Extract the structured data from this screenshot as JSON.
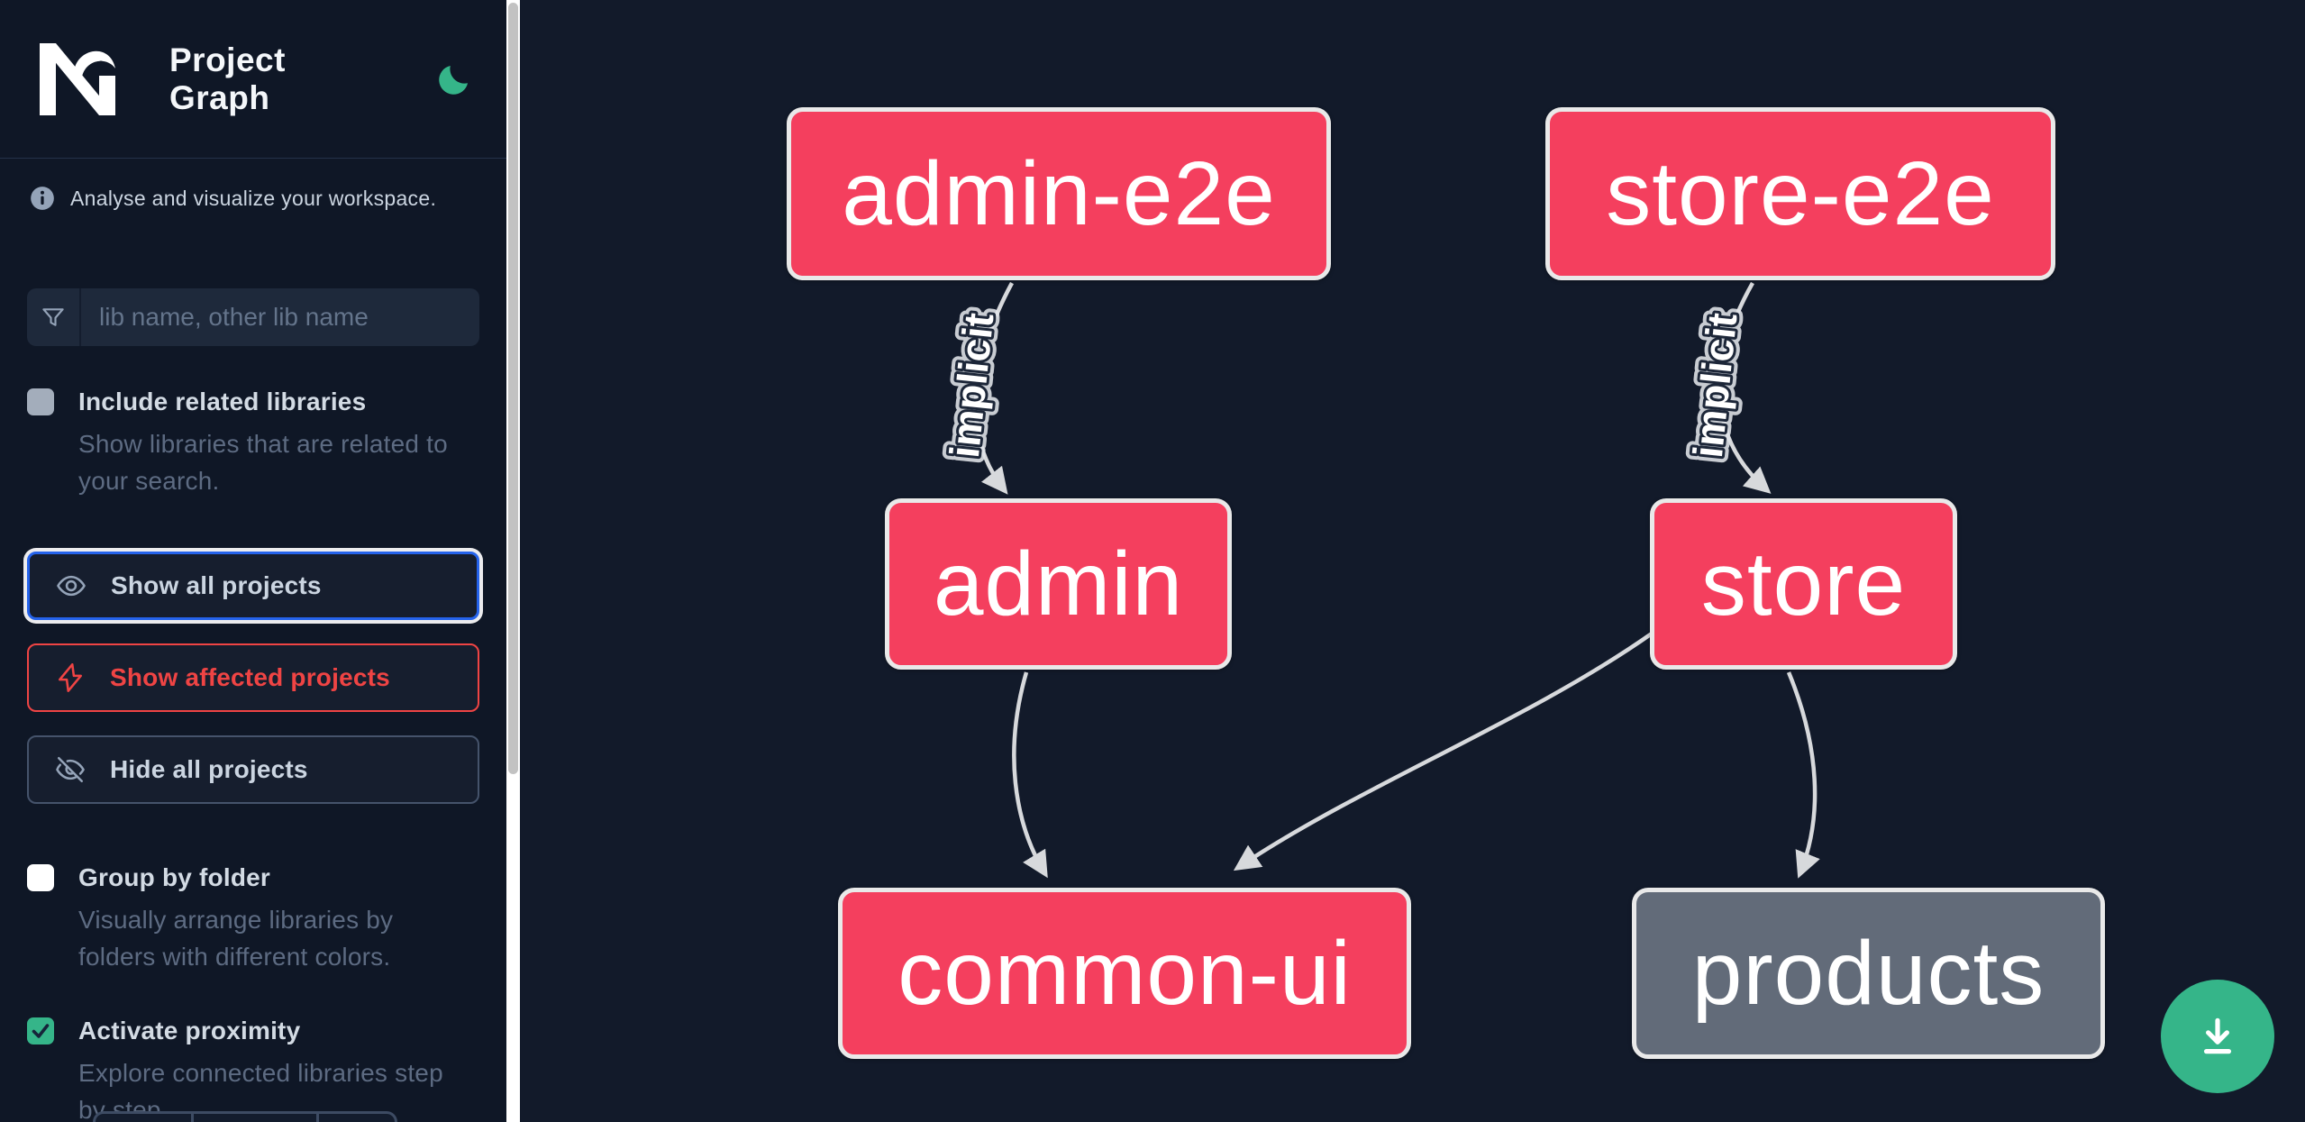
{
  "sidebar": {
    "title": "Project Graph",
    "tagline": "Analyse and visualize your workspace.",
    "search": {
      "placeholder": "lib name, other lib name",
      "value": "",
      "icon": "funnel-icon"
    },
    "include_related": {
      "label": "Include related libraries",
      "description": "Show libraries that are related to your search.",
      "checked": false
    },
    "actions": [
      {
        "label": "Show all projects",
        "icon": "eye-icon",
        "focused": true
      },
      {
        "label": "Show affected projects",
        "icon": "bolt-icon",
        "affected": true
      },
      {
        "label": "Hide all projects",
        "icon": "eye-slash-icon",
        "focused": false
      }
    ],
    "group_by_folder": {
      "label": "Group by folder",
      "description": "Visually arrange libraries by folders with different colors.",
      "checked": false
    },
    "activate_proximity": {
      "label": "Activate proximity",
      "description": "Explore connected libraries step by step.",
      "checked": true
    },
    "theme_icon": "moon-icon",
    "info_icon": "info-icon",
    "logo_icon": "nx-logo"
  },
  "graph": {
    "nodes": [
      {
        "id": "admin-e2e",
        "label": "admin-e2e",
        "color": "#f43f5e"
      },
      {
        "id": "store-e2e",
        "label": "store-e2e",
        "color": "#f43f5e"
      },
      {
        "id": "admin",
        "label": "admin",
        "color": "#f43f5e"
      },
      {
        "id": "store",
        "label": "store",
        "color": "#f43f5e"
      },
      {
        "id": "common-ui",
        "label": "common-ui",
        "color": "#f43f5e"
      },
      {
        "id": "products",
        "label": "products",
        "color": "#626b79"
      }
    ],
    "edges": [
      {
        "from": "admin-e2e",
        "to": "admin",
        "label": "implicit"
      },
      {
        "from": "store-e2e",
        "to": "store",
        "label": "implicit"
      },
      {
        "from": "admin",
        "to": "common-ui",
        "label": ""
      },
      {
        "from": "store",
        "to": "common-ui",
        "label": ""
      },
      {
        "from": "store",
        "to": "products",
        "label": ""
      }
    ],
    "colors": {
      "edge": "#d7d9dc",
      "accent_green": "#35b589",
      "focus_blue": "#2563eb",
      "affected_red": "#ef4444"
    }
  },
  "fab": {
    "icon": "download-icon"
  }
}
